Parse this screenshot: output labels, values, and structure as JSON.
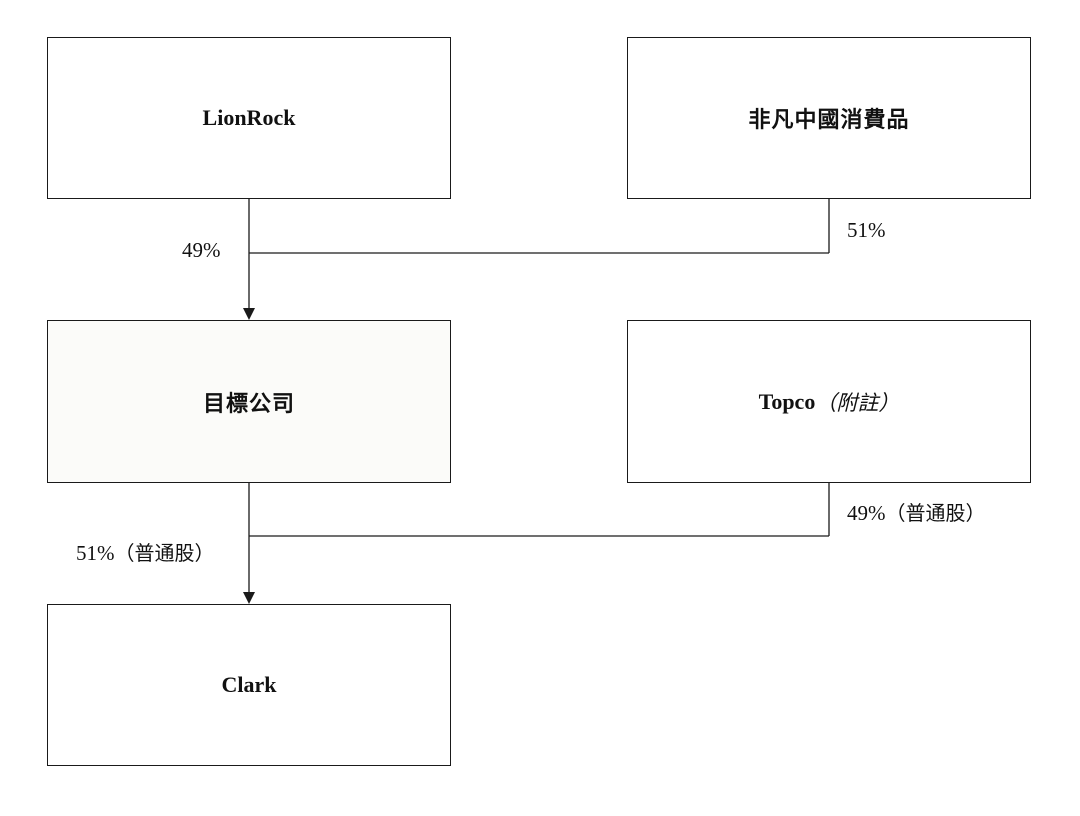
{
  "entities": {
    "lionrock": "LionRock",
    "feifan": "非凡中國消費品",
    "target": "目標公司",
    "topco": "Topco",
    "topco_note": "（附註）",
    "clark": "Clark"
  },
  "ownership": {
    "lionrock_to_target": "49%",
    "feifan_to_target": "51%",
    "target_to_clark_pct": "51%",
    "target_to_clark_class": "（普通股）",
    "topco_to_clark_pct": "49%",
    "topco_to_clark_class": "（普通股）"
  }
}
